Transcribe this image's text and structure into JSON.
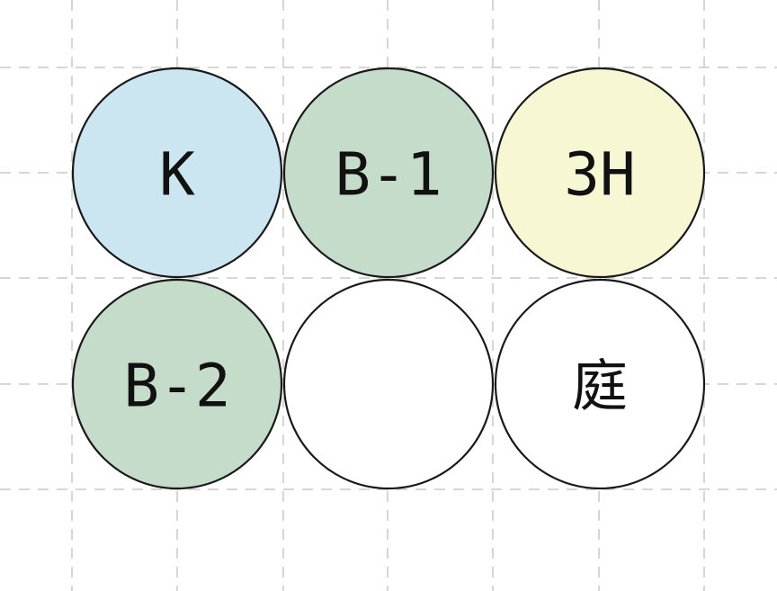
{
  "diagram": {
    "cells": [
      {
        "row": 0,
        "col": 0,
        "label": "K",
        "fill": "#cbe6f0"
      },
      {
        "row": 0,
        "col": 1,
        "label": "B-1",
        "fill": "#c6dccb"
      },
      {
        "row": 0,
        "col": 2,
        "label": "3H",
        "fill": "#f8f7d4"
      },
      {
        "row": 1,
        "col": 0,
        "label": "B-2",
        "fill": "#c6dccb"
      },
      {
        "row": 1,
        "col": 1,
        "label": "",
        "fill": "#ffffff"
      },
      {
        "row": 1,
        "col": 2,
        "label": "庭",
        "fill": "#ffffff"
      }
    ],
    "colors": {
      "grid": "#c8c8c8",
      "outline": "#1a1a1a"
    }
  }
}
